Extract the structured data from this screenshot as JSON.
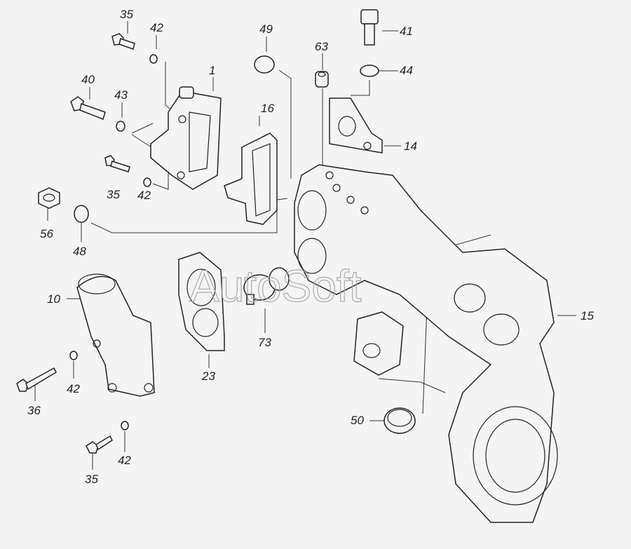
{
  "diagram": {
    "watermark": "AutoSoft",
    "callouts": [
      "35",
      "42",
      "1",
      "40",
      "43",
      "49",
      "63",
      "41",
      "44",
      "16",
      "14",
      "35",
      "42",
      "56",
      "48",
      "10",
      "15",
      "73",
      "23",
      "42",
      "36",
      "50",
      "35",
      "42"
    ]
  }
}
